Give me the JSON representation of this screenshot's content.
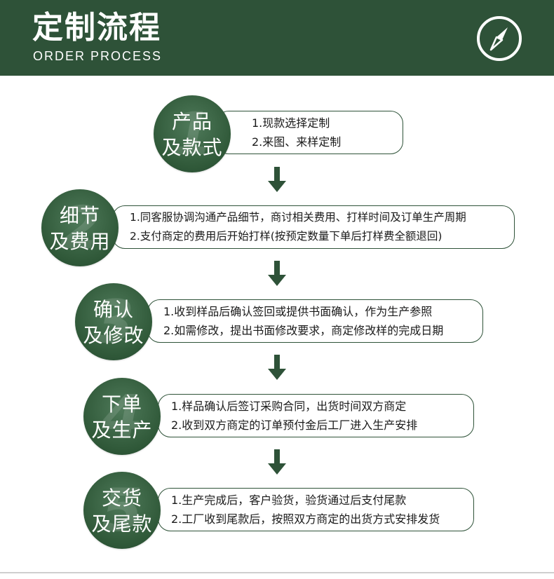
{
  "header": {
    "title": "定制流程",
    "subtitle": "ORDER PROCESS",
    "icon": "compass-icon",
    "bg_color": "#2e5238"
  },
  "steps": [
    {
      "number": "1",
      "title_line1": "产品",
      "title_line2": "及款式",
      "lines": [
        "1.现款选择定制",
        "2.来图、来样定制"
      ]
    },
    {
      "number": "2",
      "title_line1": "细节",
      "title_line2": "及费用",
      "lines": [
        "1.同客服协调沟通产品细节，商讨相关费用、打样时间及订单生产周期",
        "2.支付商定的费用后开始打样(按预定数量下单后打样费全额退回)"
      ]
    },
    {
      "number": "3",
      "title_line1": "确认",
      "title_line2": "及修改",
      "lines": [
        "1.收到样品后确认签回或提供书面确认，作为生产参照",
        "2.如需修改，提出书面修改要求，商定修改样的完成日期"
      ]
    },
    {
      "number": "4",
      "title_line1": "下单",
      "title_line2": "及生产",
      "lines": [
        "1.样品确认后签订采购合同，出货时间双方商定",
        "2.收到双方商定的订单预付金后工厂进入生产安排"
      ]
    },
    {
      "number": "5",
      "title_line1": "交货",
      "title_line2": "及尾款",
      "lines": [
        "1.生产完成后，客户验货，验货通过后支付尾款",
        "2.工厂收到尾款后，按照双方商定的出货方式安排发货"
      ]
    }
  ]
}
